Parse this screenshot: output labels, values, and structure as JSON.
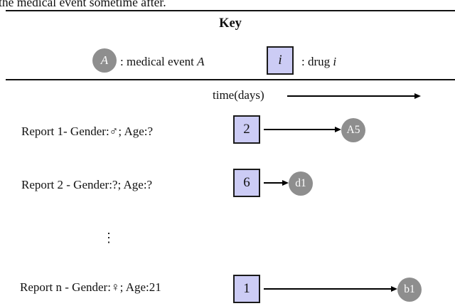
{
  "caption": "the medical event sometime after.",
  "key": {
    "title": "Key",
    "event": {
      "symbol": "A",
      "label_prefix": ": medical event ",
      "label_var": "A"
    },
    "drug": {
      "symbol": "i",
      "label_prefix": ": drug ",
      "label_var": "i"
    }
  },
  "timeline": {
    "label": "time(days)"
  },
  "reports": [
    {
      "label": "Report 1- Gender:♂; Age:?",
      "drug_day": "2",
      "event": "A5"
    },
    {
      "label": "Report 2 - Gender:?; Age:?",
      "drug_day": "6",
      "event": "d1"
    },
    {
      "label": "Report n - Gender:♀; Age:21",
      "drug_day": "1",
      "event": "b1"
    }
  ],
  "ellipsis": "⋮",
  "colors": {
    "drug_fill": "#ccccf5",
    "drug_border": "#1a1a1a",
    "event_fill": "#8e8e8e",
    "event_text": "#ffffff"
  }
}
